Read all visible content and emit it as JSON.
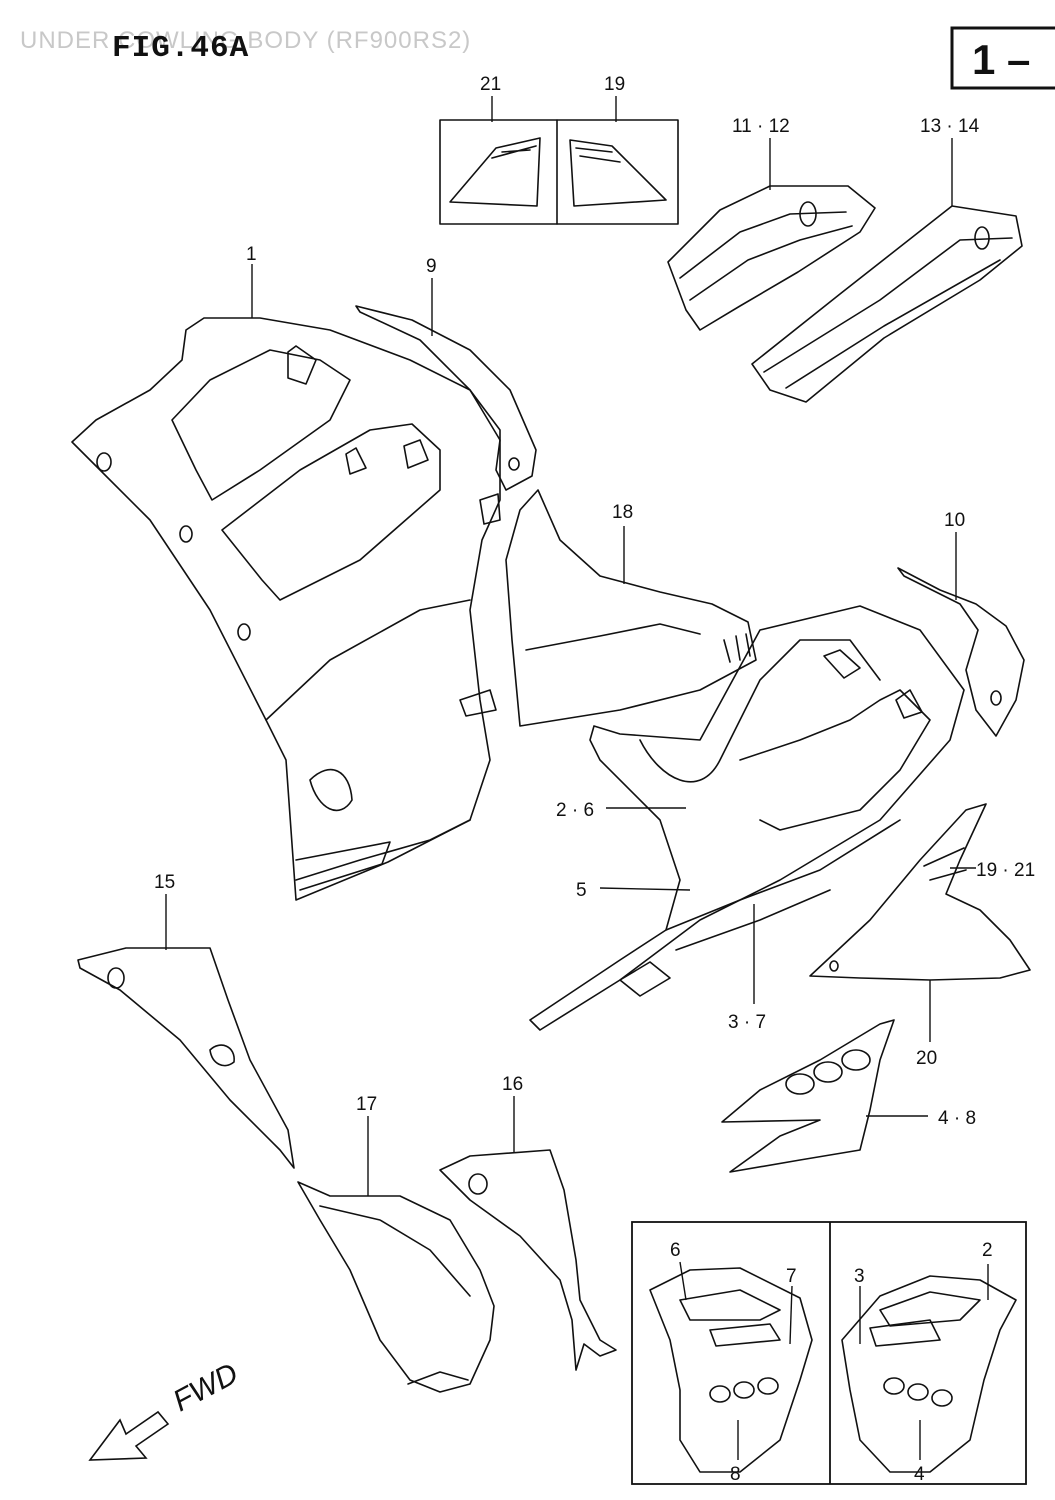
{
  "header": {
    "figure_title": "FIG.46A",
    "faded_caption": "UNDER COWLING BODY (RF900RS2)",
    "page_tab": "1 –"
  },
  "callouts": {
    "p21": "21",
    "p19": "19",
    "p11_12": "11 · 12",
    "p13_14": "13 · 14",
    "p1": "1",
    "p9": "9",
    "p18": "18",
    "p10": "10",
    "p2_6": "2 · 6",
    "p5": "5",
    "p19_21": "19 · 21",
    "p3_7": "3 · 7",
    "p20": "20",
    "p15": "15",
    "p4_8": "4 · 8",
    "p16": "16",
    "p17": "17"
  },
  "inset": {
    "left_labels": {
      "p6": "6",
      "p7": "7",
      "p8": "8"
    },
    "right_labels": {
      "p3": "3",
      "p2": "2",
      "p4": "4"
    }
  },
  "direction": {
    "fwd_label": "FWD"
  }
}
